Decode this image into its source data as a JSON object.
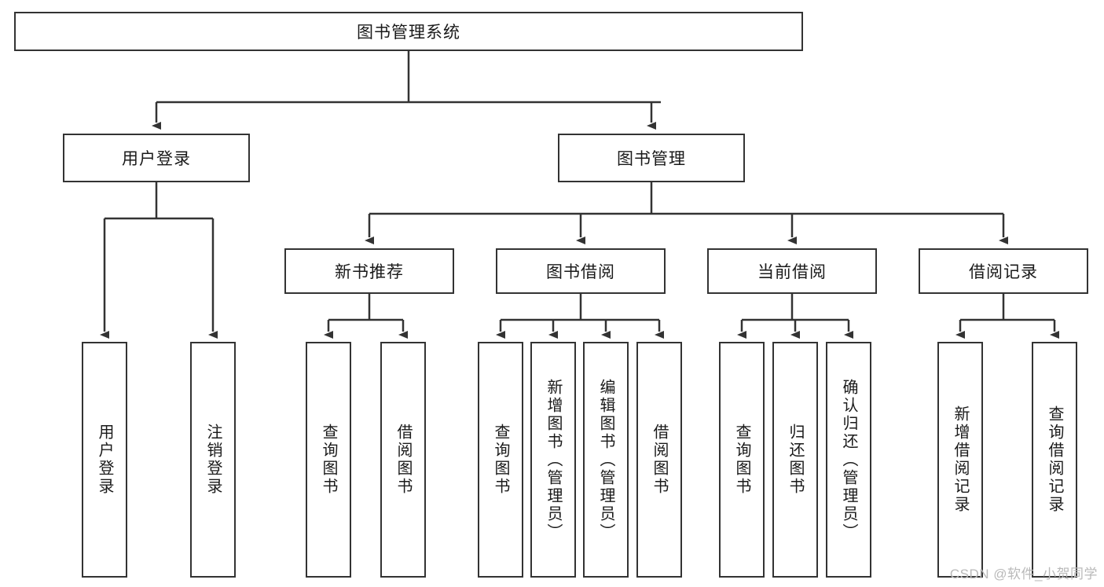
{
  "diagram": {
    "title": "图书管理系统",
    "watermark": "CSDN @软件_小贺同学",
    "colors": {
      "stroke": "#333333",
      "box_fill": "#ffffff",
      "text": "#1a1a1a",
      "watermark": "#b9b9b9",
      "background": "#ffffff"
    },
    "levels": {
      "level1": [
        "图书管理系统"
      ],
      "level2": [
        "用户登录",
        "图书管理"
      ],
      "level3": [
        "新书推荐",
        "图书借阅",
        "当前借阅",
        "借阅记录"
      ],
      "level4": [
        "用户登录",
        "注销登录",
        "查询图书",
        "借阅图书",
        "查询图书",
        "新增图书（管理员）",
        "编辑图书（管理员）",
        "借阅图书",
        "查询图书",
        "归还图书",
        "确认归还（管理员）",
        "新增借阅记录",
        "查询借阅记录"
      ]
    },
    "nodes": {
      "root": {
        "label": "图书管理系统"
      },
      "user_login": {
        "label": "用户登录"
      },
      "book_manage": {
        "label": "图书管理"
      },
      "new_book_rec": {
        "label": "新书推荐"
      },
      "book_borrow": {
        "label": "图书借阅"
      },
      "current_borrow": {
        "label": "当前借阅"
      },
      "borrow_record": {
        "label": "借阅记录"
      },
      "leaf_user_login": {
        "label": "用户登录"
      },
      "leaf_user_logout": {
        "label": "注销登录"
      },
      "leaf_query_book_1": {
        "label": "查询图书"
      },
      "leaf_borrow_book_1": {
        "label": "借阅图书"
      },
      "leaf_query_book_2": {
        "label": "查询图书"
      },
      "leaf_add_book": {
        "label": "新增图书（管理员）"
      },
      "leaf_edit_book": {
        "label": "编辑图书（管理员）"
      },
      "leaf_borrow_book_2": {
        "label": "借阅图书"
      },
      "leaf_query_book_3": {
        "label": "查询图书"
      },
      "leaf_return_book": {
        "label": "归还图书"
      },
      "leaf_confirm_return": {
        "label": "确认归还（管理员）"
      },
      "leaf_add_record": {
        "label": "新增借阅记录"
      },
      "leaf_query_record": {
        "label": "查询借阅记录"
      }
    },
    "edges": [
      {
        "from": "root",
        "to": "user_login"
      },
      {
        "from": "root",
        "to": "book_manage"
      },
      {
        "from": "user_login",
        "to": "leaf_user_login"
      },
      {
        "from": "user_login",
        "to": "leaf_user_logout"
      },
      {
        "from": "book_manage",
        "to": "new_book_rec"
      },
      {
        "from": "book_manage",
        "to": "book_borrow"
      },
      {
        "from": "book_manage",
        "to": "current_borrow"
      },
      {
        "from": "book_manage",
        "to": "borrow_record"
      },
      {
        "from": "new_book_rec",
        "to": "leaf_query_book_1"
      },
      {
        "from": "new_book_rec",
        "to": "leaf_borrow_book_1"
      },
      {
        "from": "book_borrow",
        "to": "leaf_query_book_2"
      },
      {
        "from": "book_borrow",
        "to": "leaf_add_book"
      },
      {
        "from": "book_borrow",
        "to": "leaf_edit_book"
      },
      {
        "from": "book_borrow",
        "to": "leaf_borrow_book_2"
      },
      {
        "from": "current_borrow",
        "to": "leaf_query_book_3"
      },
      {
        "from": "current_borrow",
        "to": "leaf_return_book"
      },
      {
        "from": "current_borrow",
        "to": "leaf_confirm_return"
      },
      {
        "from": "borrow_record",
        "to": "leaf_add_record"
      },
      {
        "from": "borrow_record",
        "to": "leaf_query_record"
      }
    ]
  }
}
